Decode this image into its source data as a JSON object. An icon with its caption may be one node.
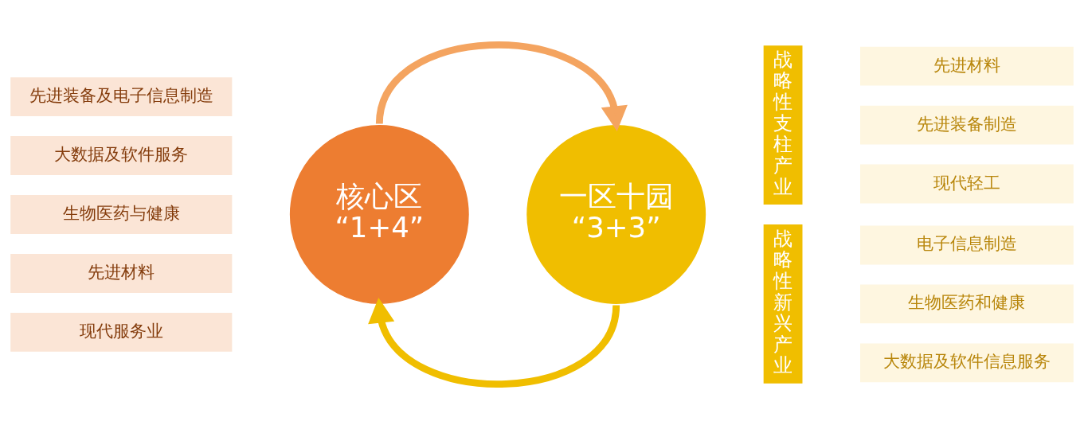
{
  "diagram": {
    "nodes": [
      {
        "text": [
          "先进装备及电子信息制造"
        ]
      },
      {
        "text": [
          "大数据及软件服务"
        ]
      },
      {
        "text": [
          "生物医药与健康"
        ]
      },
      {
        "text": [
          "先进材料"
        ]
      },
      {
        "text": [
          "现代服务业"
        ]
      },
      {
        "text": [
          "核心区",
          "“1+4”"
        ]
      },
      {
        "text": [
          "一区十园",
          "“3+3”"
        ]
      },
      {
        "text": [
          "战略性支柱产业"
        ]
      },
      {
        "text": [
          "先进材料"
        ]
      },
      {
        "text": [
          "先进装备制造"
        ]
      },
      {
        "text": [
          "现代轻工"
        ]
      },
      {
        "text": [
          "战略性新兴产业"
        ]
      },
      {
        "text": [
          "电子信息制造"
        ]
      },
      {
        "text": [
          "生物医药和健康"
        ]
      },
      {
        "text": [
          "大数据及软件信息服务"
        ]
      }
    ],
    "edges": [
      {
        "from": 5,
        "to": 6,
        "arrow": "to",
        "color": "#f4a460"
      },
      {
        "from": 6,
        "to": 5,
        "arrow": "to",
        "color": "#f0be00"
      }
    ]
  }
}
